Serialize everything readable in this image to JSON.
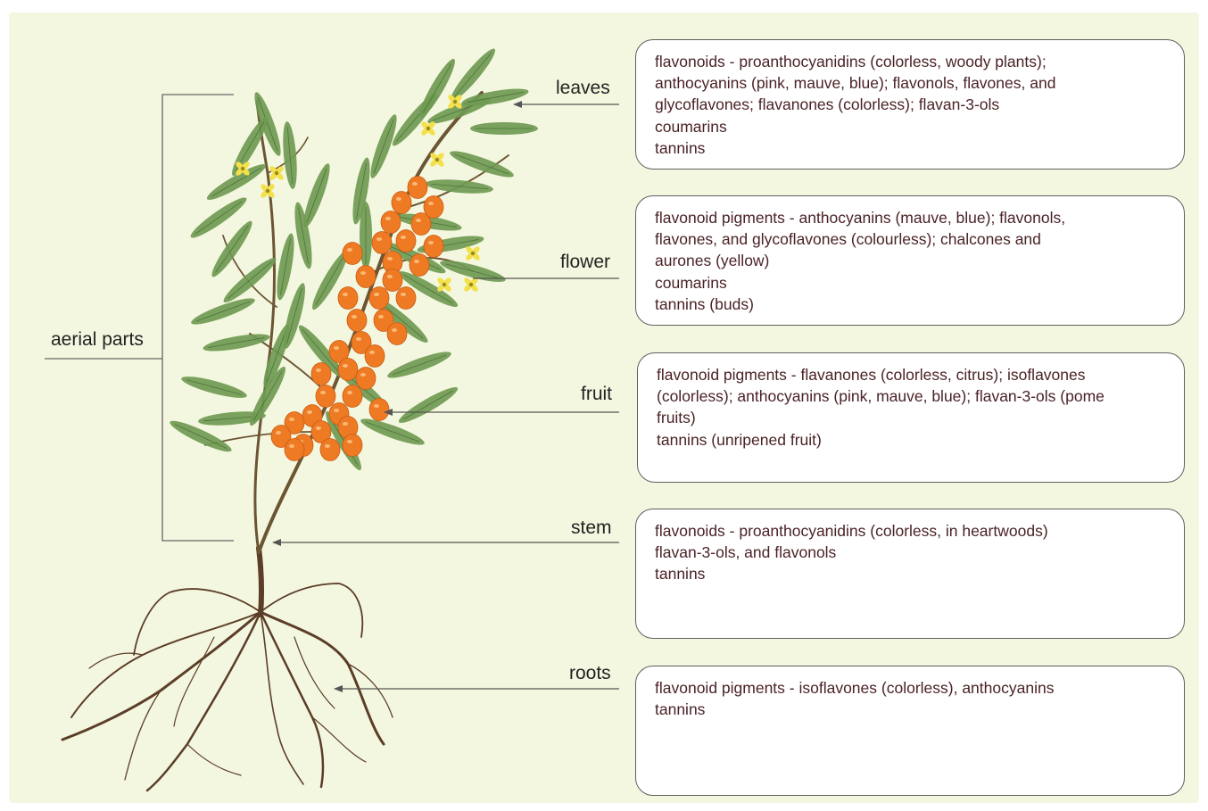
{
  "labels": {
    "aerial_parts": "aerial parts",
    "leaves": "leaves",
    "flower": "flower",
    "fruit": "fruit",
    "stem": "stem",
    "roots": "roots"
  },
  "boxes": {
    "leaves": [
      "flavonoids - proanthocyanidins (colorless, woody plants);",
      "anthocyanins (pink, mauve, blue); flavonols, flavones, and",
      "glycoflavones; flavanones (colorless); flavan-3-ols",
      "coumarins",
      "tannins"
    ],
    "flower": [
      "flavonoid pigments - anthocyanins (mauve, blue); flavonols,",
      "flavones, and glycoflavones (colourless); chalcones and",
      "aurones (yellow)",
      "coumarins",
      "tannins (buds)"
    ],
    "fruit": [
      "flavonoid pigments - flavanones (colorless, citrus);  isoflavones",
      "(colorless); anthocyanins (pink, mauve, blue); flavan-3-ols (pome",
      "fruits)",
      "tannins (unripened fruit)"
    ],
    "stem": [
      "flavonoids - proanthocyanidins (colorless, in heartwoods)",
      "flavan-3-ols, and flavonols",
      "tannins"
    ],
    "roots": [
      "flavonoid pigments - isoflavones (colorless), anthocyanins",
      "tannins"
    ]
  },
  "colors": {
    "background": "#f4f7df",
    "box_text": "#4a2226",
    "box_border": "#5f5f5f",
    "leader_line": "#555555",
    "leaf": "#6f9a52",
    "berry": "#ee7a24",
    "flower_petal": "#f3e04a",
    "stem": "#6b5533",
    "root": "#5b3d28"
  },
  "icons": {
    "plant": "sea-buckthorn-plant-illustration"
  }
}
